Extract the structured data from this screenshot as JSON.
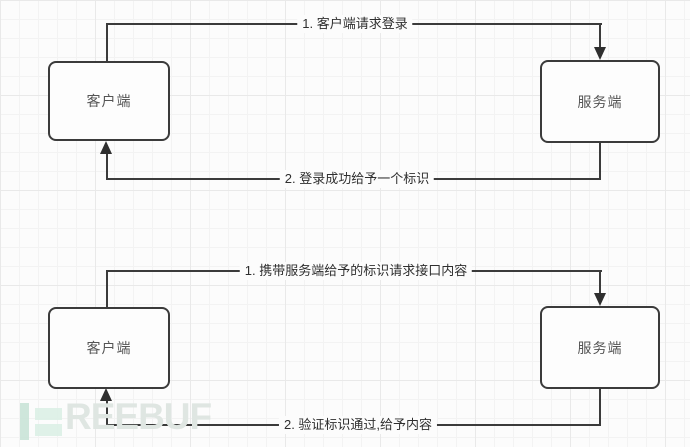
{
  "page": {
    "background": "#fcfcfc",
    "grid_minor_color": "#f3f3f3",
    "grid_major_color": "#e9e9e9"
  },
  "colors": {
    "line": "#3b3b3b",
    "box_border": "#3b3b3b",
    "box_background": "#fdfdfd",
    "label_text": "#2f2f2f",
    "box_text": "#555555",
    "watermark_green": "#c6e2d5",
    "watermark_light_green": "#dcefe5",
    "watermark_text_color": "#dfe6e2"
  },
  "diagrams": [
    {
      "name": "login-flow",
      "client_label": "客户端",
      "server_label": "服务端",
      "request_label": "1. 客户端请求登录",
      "response_label": "2. 登录成功给予一个标识"
    },
    {
      "name": "token-request-flow",
      "client_label": "客户端",
      "server_label": "服务端",
      "request_label": "1. 携带服务端给予的标识请求接口内容",
      "response_label": "2. 验证标识通过,给予内容"
    }
  ],
  "watermark": {
    "text": "REEBUF",
    "logo": "freebuf-logo"
  }
}
